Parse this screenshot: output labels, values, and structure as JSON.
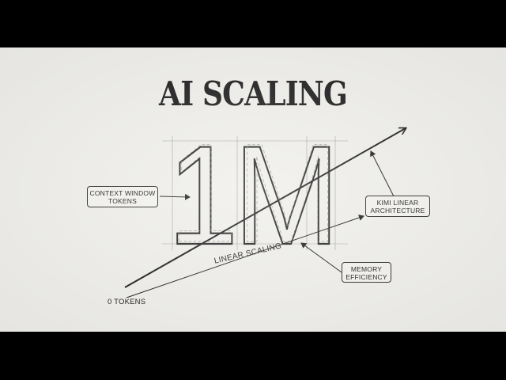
{
  "title": "AI SCALING",
  "big_number": "1M",
  "labels": {
    "context_line1": "CONTEXT WINDOW",
    "context_line2": "TOKENS",
    "kimi_line1": "KIMI LINEAR",
    "kimi_line2": "ARCHITECTURE",
    "memory_line1": "MEMORY",
    "memory_line2": "EFFICIENCY",
    "linear_scaling": "LINEAR SCALING",
    "zero_tokens": "0 TOKENS"
  },
  "colors": {
    "paper": "#efeeea",
    "ink": "#141414",
    "letterbox": "#000000"
  }
}
